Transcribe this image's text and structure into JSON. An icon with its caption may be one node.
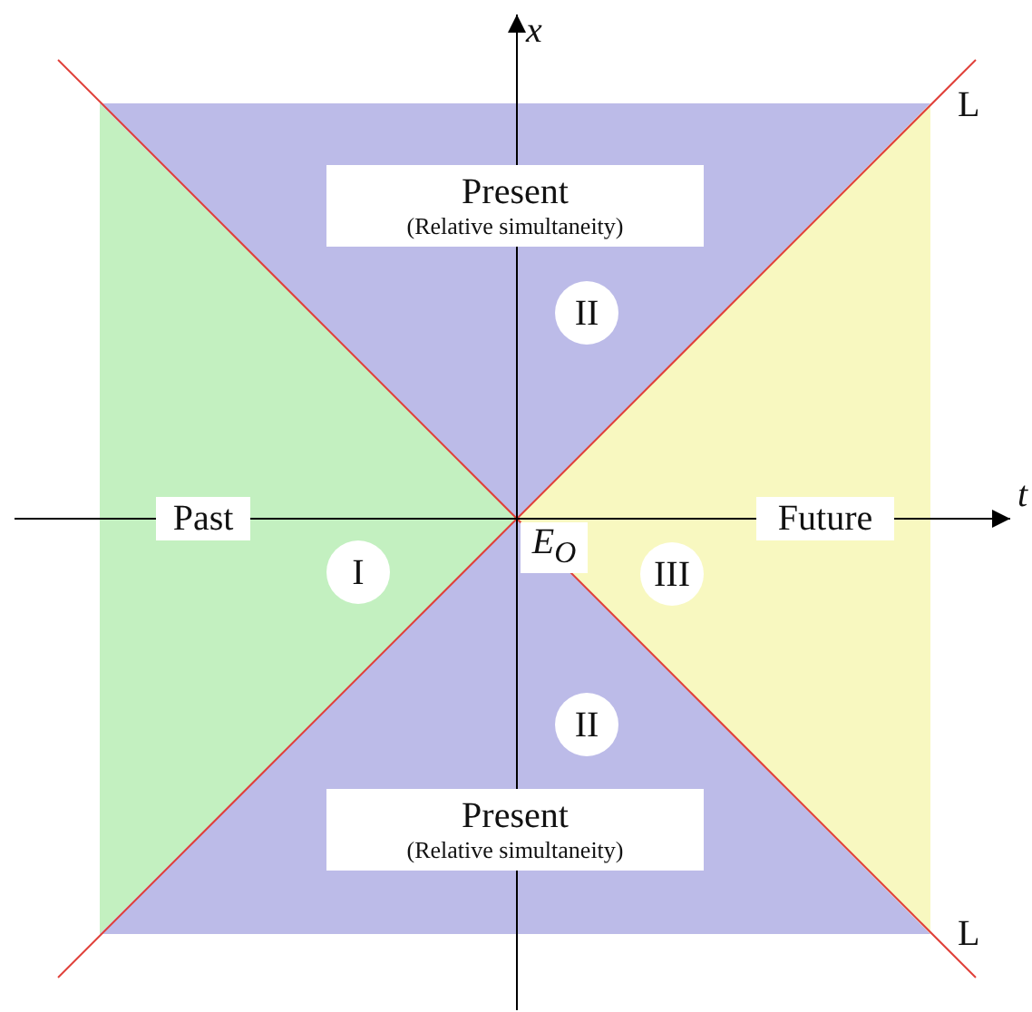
{
  "diagram": {
    "nodes": [
      {
        "text": [
          "Present",
          "(Relative simultaneity)"
        ]
      },
      {
        "text": [
          "II"
        ]
      },
      {
        "text": [
          "Past"
        ]
      },
      {
        "text": [
          "I"
        ]
      },
      {
        "text": [
          "E$_{O}$"
        ]
      },
      {
        "text": [
          "III"
        ]
      },
      {
        "text": [
          "Future"
        ]
      },
      {
        "text": [
          "II"
        ]
      },
      {
        "text": [
          "Present",
          "(Relative simultaneity)"
        ]
      }
    ],
    "labels": [
      "x",
      "t",
      "L",
      "L"
    ]
  }
}
